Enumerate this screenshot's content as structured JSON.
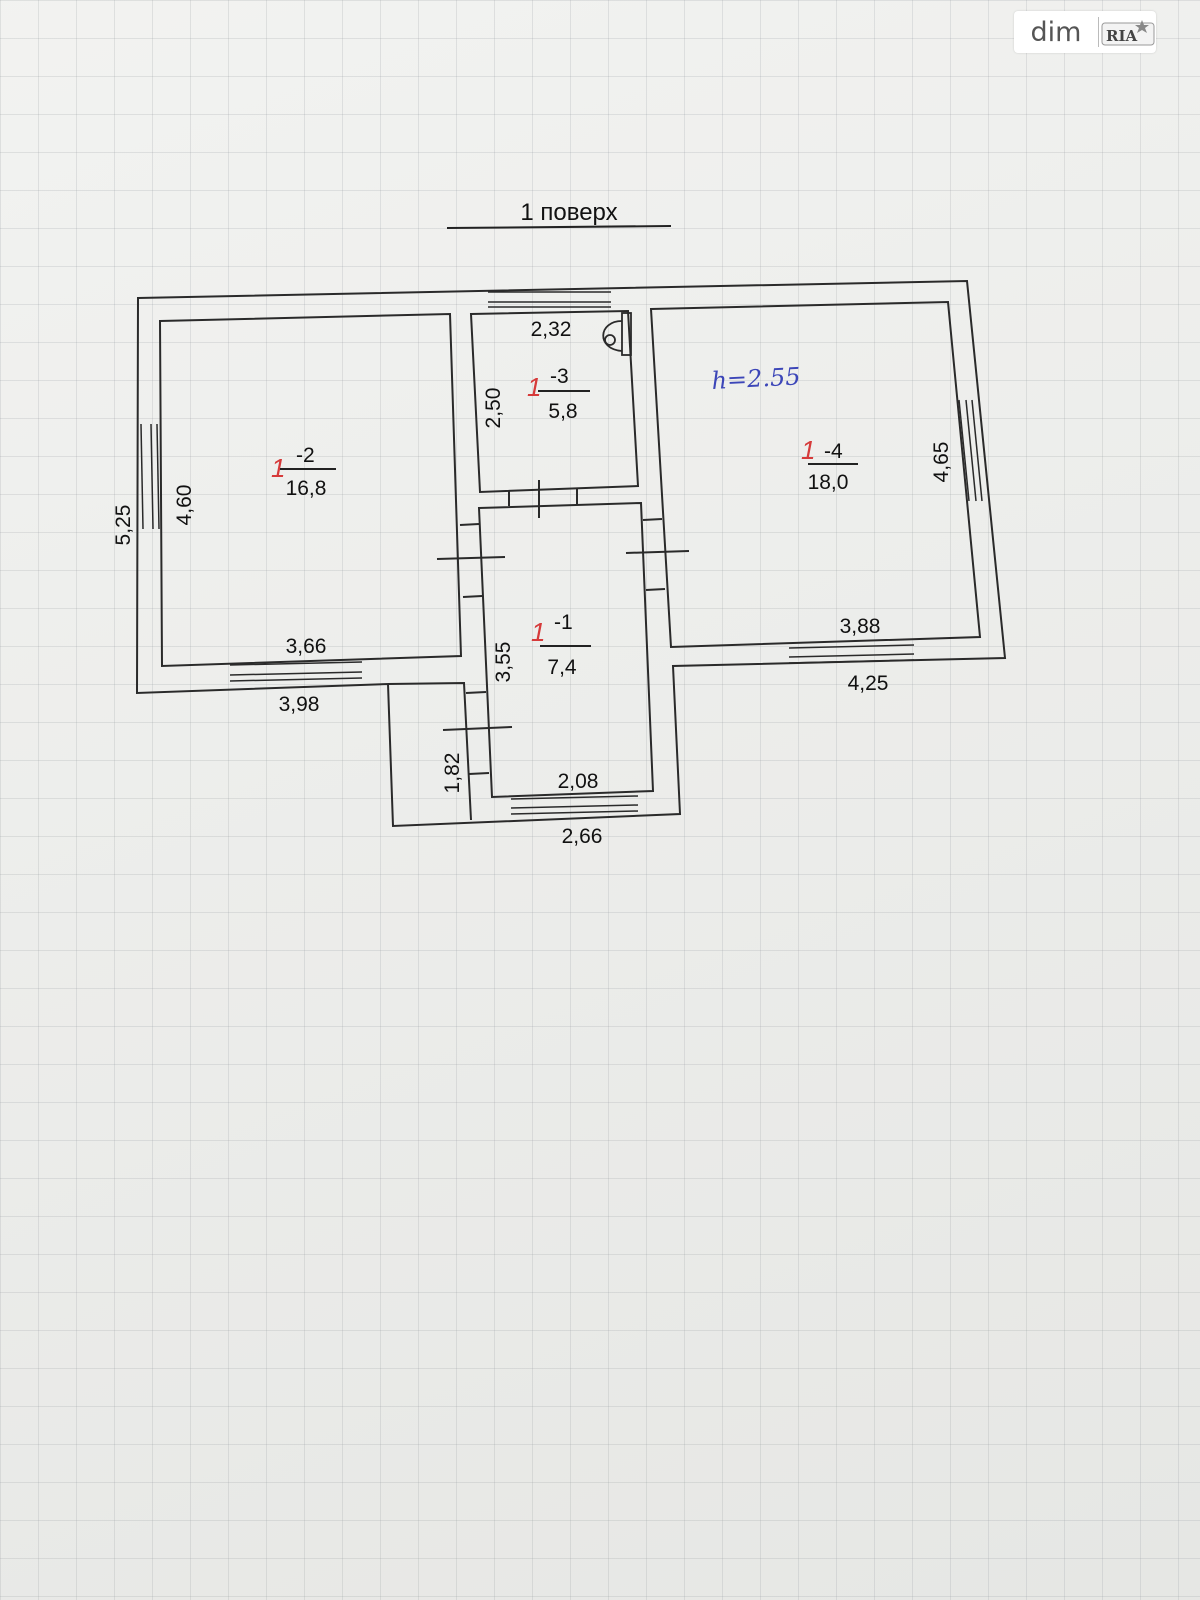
{
  "watermark": {
    "brand_left": "dim",
    "brand_right": "RIA"
  },
  "floor_title": "1 поверх",
  "ceiling_height_note": "h=2.55",
  "rooms": [
    {
      "number": "1-1",
      "mark": "1",
      "suffix": "-1",
      "area": "7,4"
    },
    {
      "number": "1-2",
      "mark": "1",
      "suffix": "-2",
      "area": "16,8"
    },
    {
      "number": "1-3",
      "mark": "1",
      "suffix": "-3",
      "area": "5,8"
    },
    {
      "number": "1-4",
      "mark": "1",
      "suffix": "-4",
      "area": "18,0"
    }
  ],
  "dimensions": {
    "r2_left_outer": "5,25",
    "r2_left_inner": "4,60",
    "r2_inner_width": "3,66",
    "r2_outer_width": "3,98",
    "r3_width": "2,32",
    "r3_height": "2,50",
    "r1_height": "3,55",
    "porch_height": "1,82",
    "r1_inner_width": "2,08",
    "r1_outer_width": "2,66",
    "r4_height": "4,65",
    "r4_inner_width": "3,88",
    "r4_outer_width": "4,25"
  },
  "colors": {
    "line": "#2a2a2a",
    "red_mark": "#d63a3a",
    "blue_note": "#3c46b8"
  },
  "icons": [
    "toilet-icon"
  ]
}
